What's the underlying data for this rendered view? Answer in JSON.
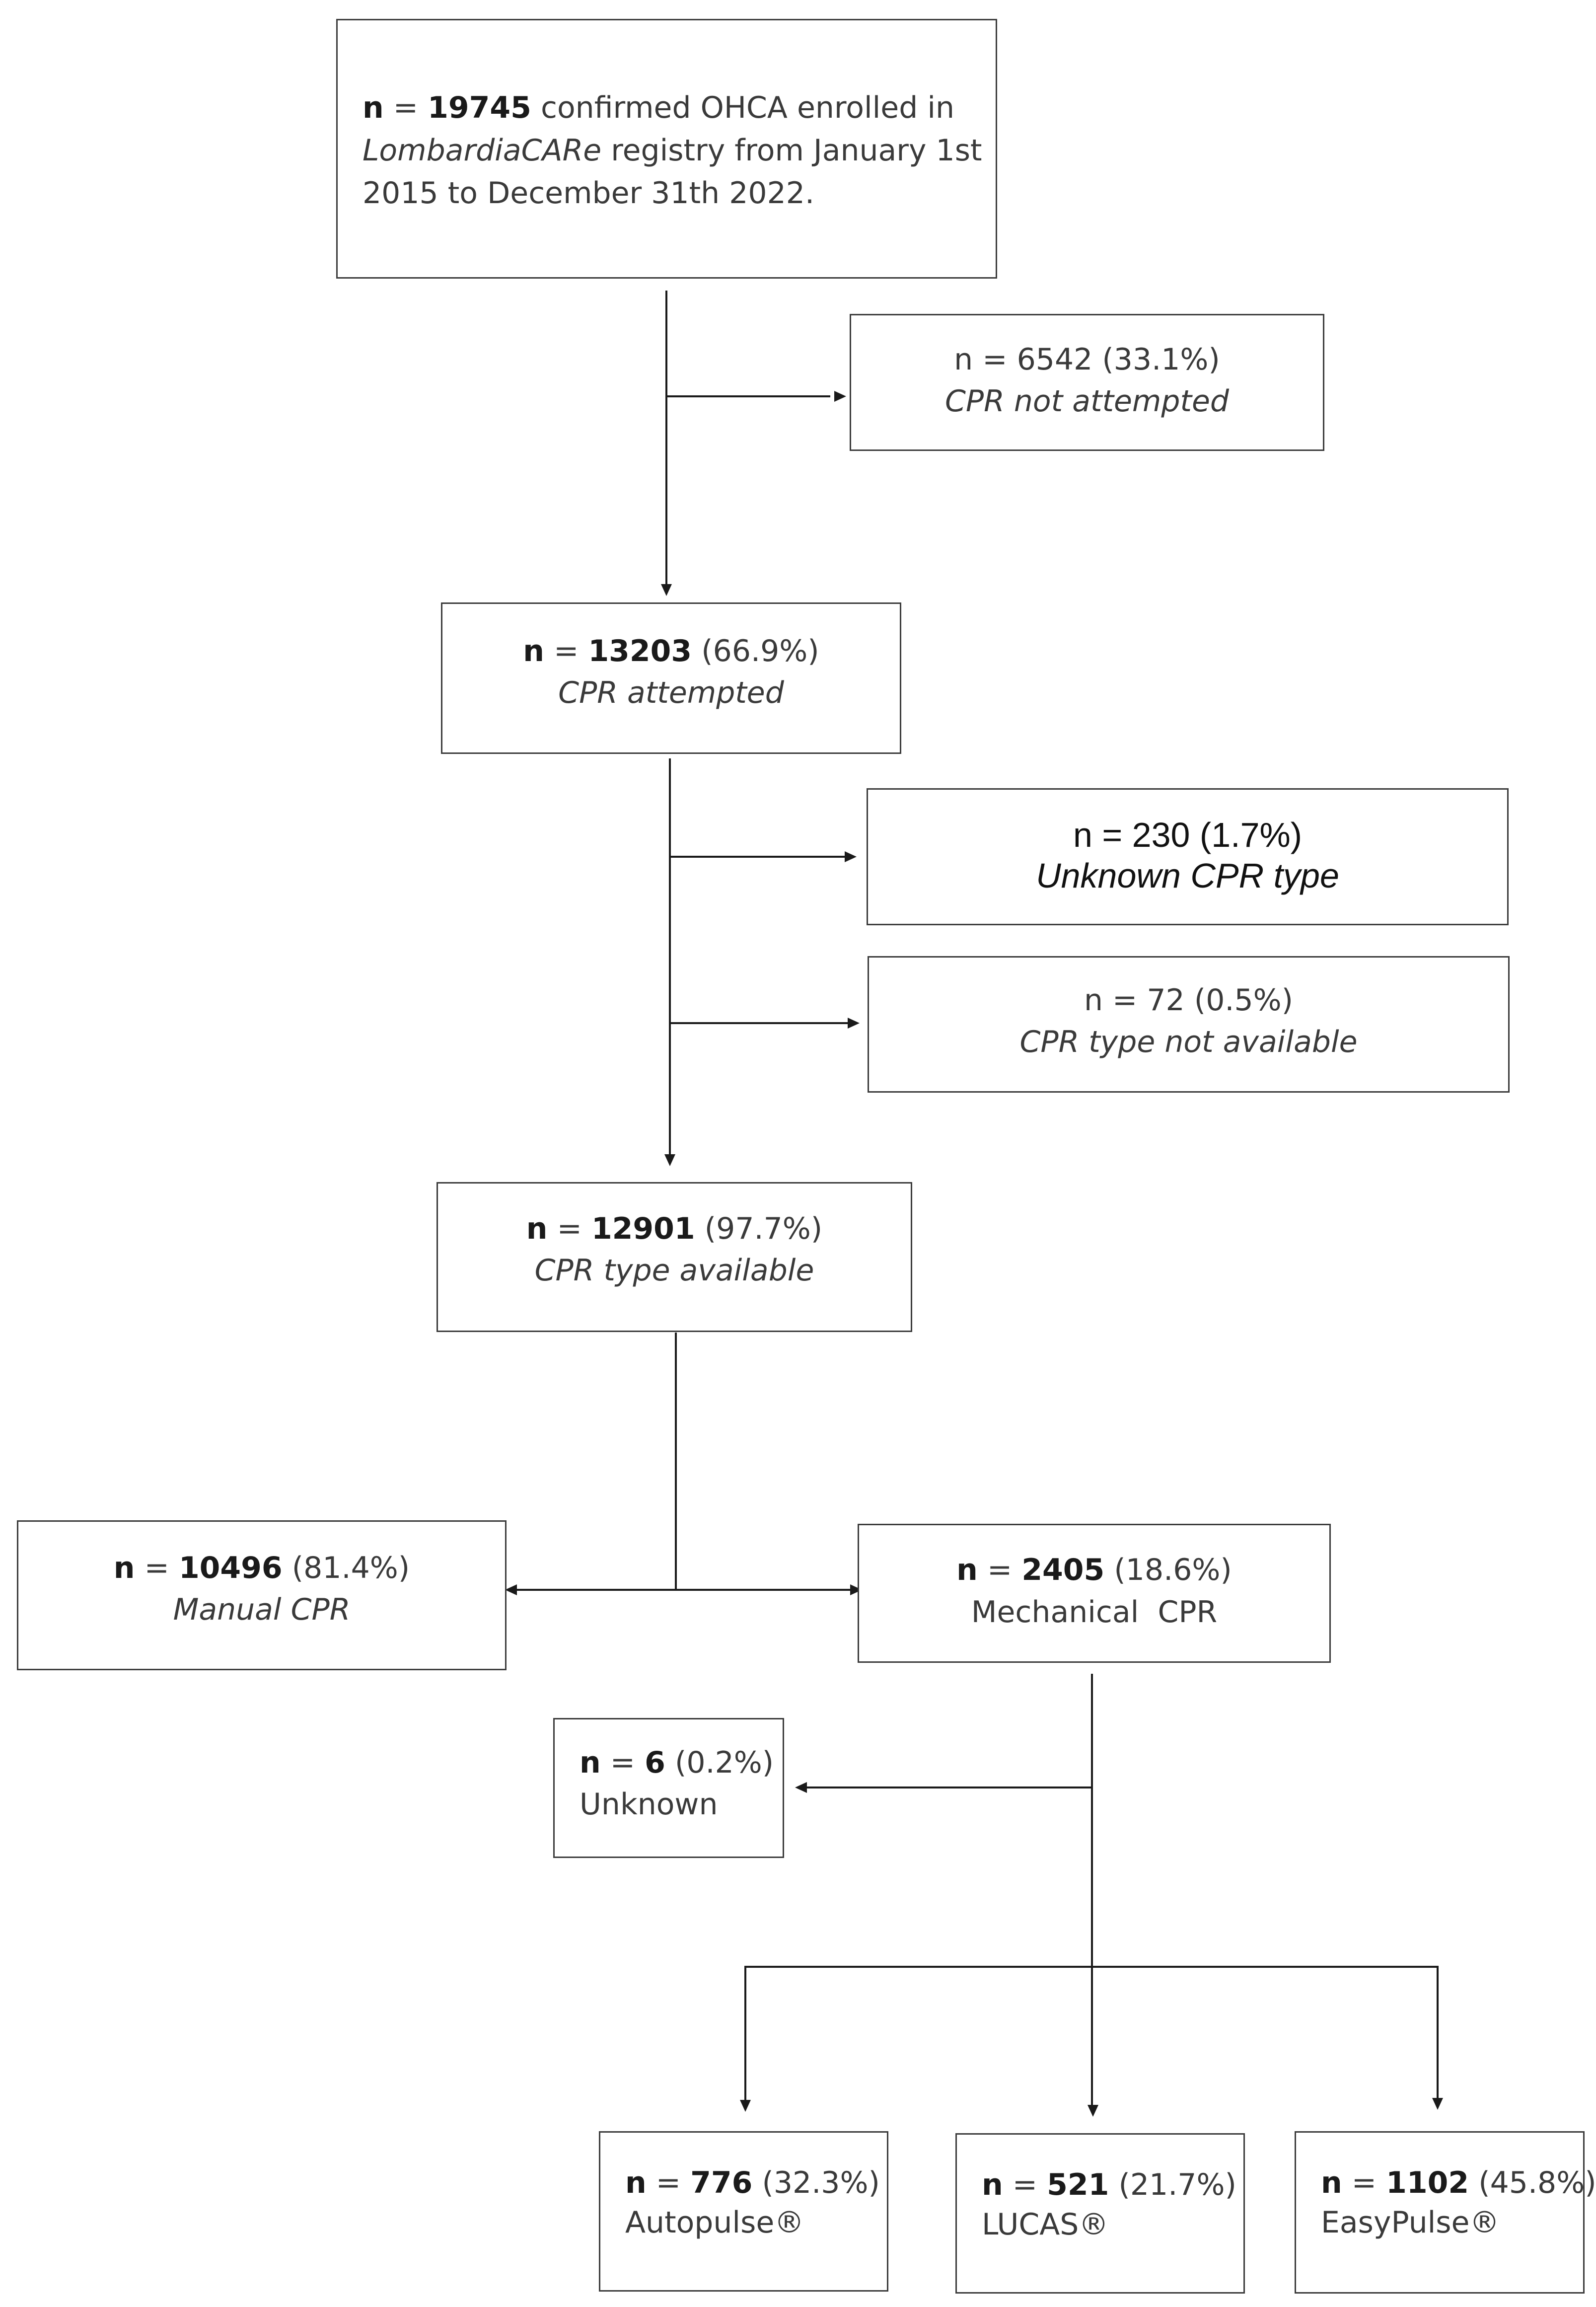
{
  "boxes": {
    "enrolled": {
      "n_label": "n",
      "eq": " = ",
      "count": "19745",
      "line1_rest": " confirmed OHCA enrolled in",
      "registry": "LombardiaCARe",
      "line2_rest": " registry from January 1st",
      "line3": "2015 to December 31th 2022."
    },
    "not_attempted": {
      "line1": "n = 6542 (33.1%)",
      "line2": "CPR not attempted"
    },
    "attempted": {
      "n_label": "n",
      "eq": " = ",
      "count": "13203",
      "pct": " (66.9%)",
      "label": "CPR attempted"
    },
    "unknown_type": {
      "line1": "n = 230 (1.7%)",
      "line2": "Unknown CPR type"
    },
    "type_not_available": {
      "line1": "n = 72 (0.5%)",
      "line2": "CPR type not available"
    },
    "type_available": {
      "n_label": "n",
      "eq": " = ",
      "count": "12901",
      "pct": " (97.7%)",
      "label": "CPR type available"
    },
    "manual": {
      "n_label": "n",
      "eq": " = ",
      "count": "10496",
      "pct": " (81.4%)",
      "label": "Manual CPR"
    },
    "mechanical": {
      "n_label": "n",
      "eq": " = ",
      "count": "2405",
      "pct": " (18.6%)",
      "label": "Mechanical  CPR"
    },
    "unknown_device": {
      "n_label": "n",
      "eq": " = ",
      "count": "6",
      "pct": " (0.2%)",
      "label": "Unknown"
    },
    "autopulse": {
      "n_label": "n",
      "eq": " = ",
      "count": "776",
      "pct": " (32.3%)",
      "label": "Autopulse®"
    },
    "lucas": {
      "n_label": "n",
      "eq": " = ",
      "count": "521",
      "pct": " (21.7%)",
      "label": "LUCAS®"
    },
    "easypulse": {
      "n_label": "n",
      "eq": " = ",
      "count": "1102",
      "pct": " (45.8%)",
      "label": "EasyPulse®"
    }
  }
}
